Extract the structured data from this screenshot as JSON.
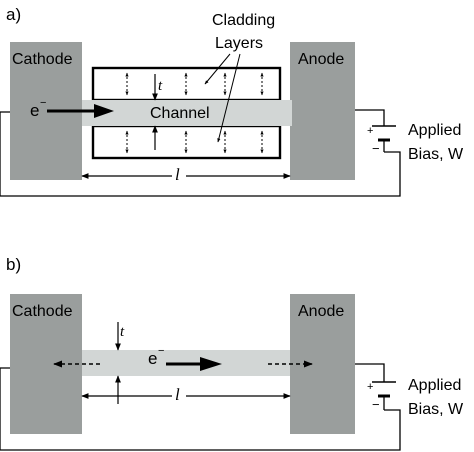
{
  "panel_a": {
    "label": "a)",
    "cathode": "Cathode",
    "anode": "Anode",
    "electron": "e",
    "electron_sup": "−",
    "channel": "Channel",
    "cladding_line1": "Cladding",
    "cladding_line2": "Layers",
    "t": "t",
    "l": "l",
    "plus": "+",
    "minus": "−",
    "bias_line1": "Applied",
    "bias_line2": "Bias, W"
  },
  "panel_b": {
    "label": "b)",
    "cathode": "Cathode",
    "anode": "Anode",
    "electron": "e",
    "electron_sup": "−",
    "t": "t",
    "l": "l",
    "plus": "+",
    "minus": "−",
    "bias_line1": "Applied",
    "bias_line2": "Bias, W"
  },
  "colors": {
    "electrode": "#9a9e9d",
    "channel": "#d2d6d5",
    "line": "#000000"
  }
}
